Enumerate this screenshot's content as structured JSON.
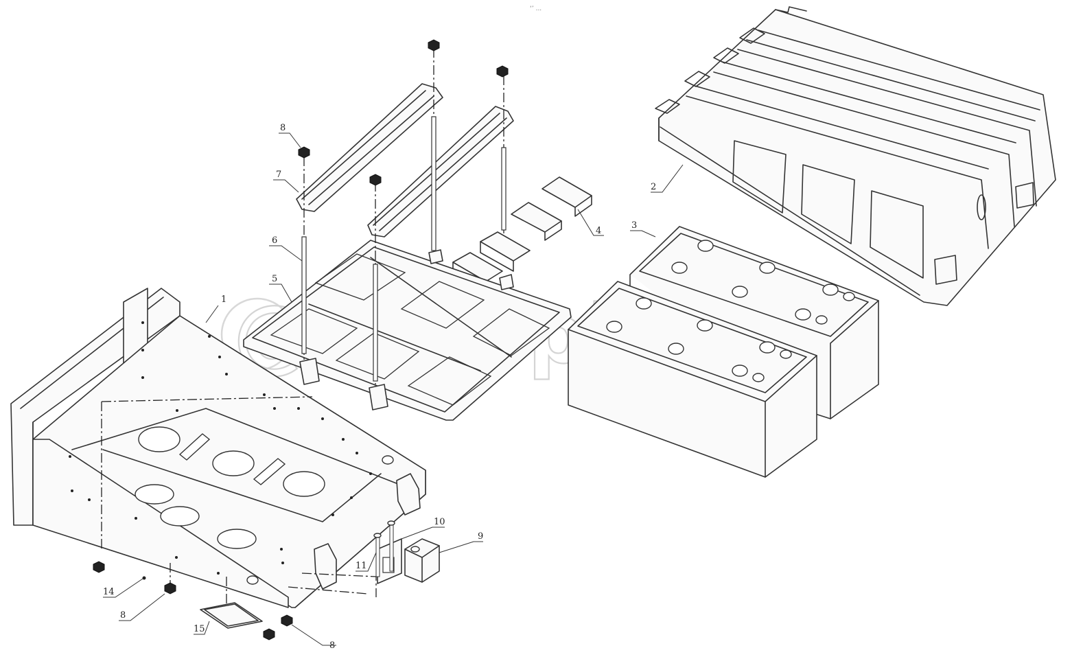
{
  "header_mark": "‘’ ...",
  "watermark": "@autopiter.ru",
  "callouts": {
    "c1": "1",
    "c2": "2",
    "c3": "3",
    "c4": "4",
    "c5": "5",
    "c6": "6",
    "c7": "7",
    "c8_top": "8",
    "c8_left": "8",
    "c8_bottom": "8",
    "c9": "9",
    "c10": "10",
    "c11": "11",
    "c14": "14",
    "c15": "15"
  }
}
